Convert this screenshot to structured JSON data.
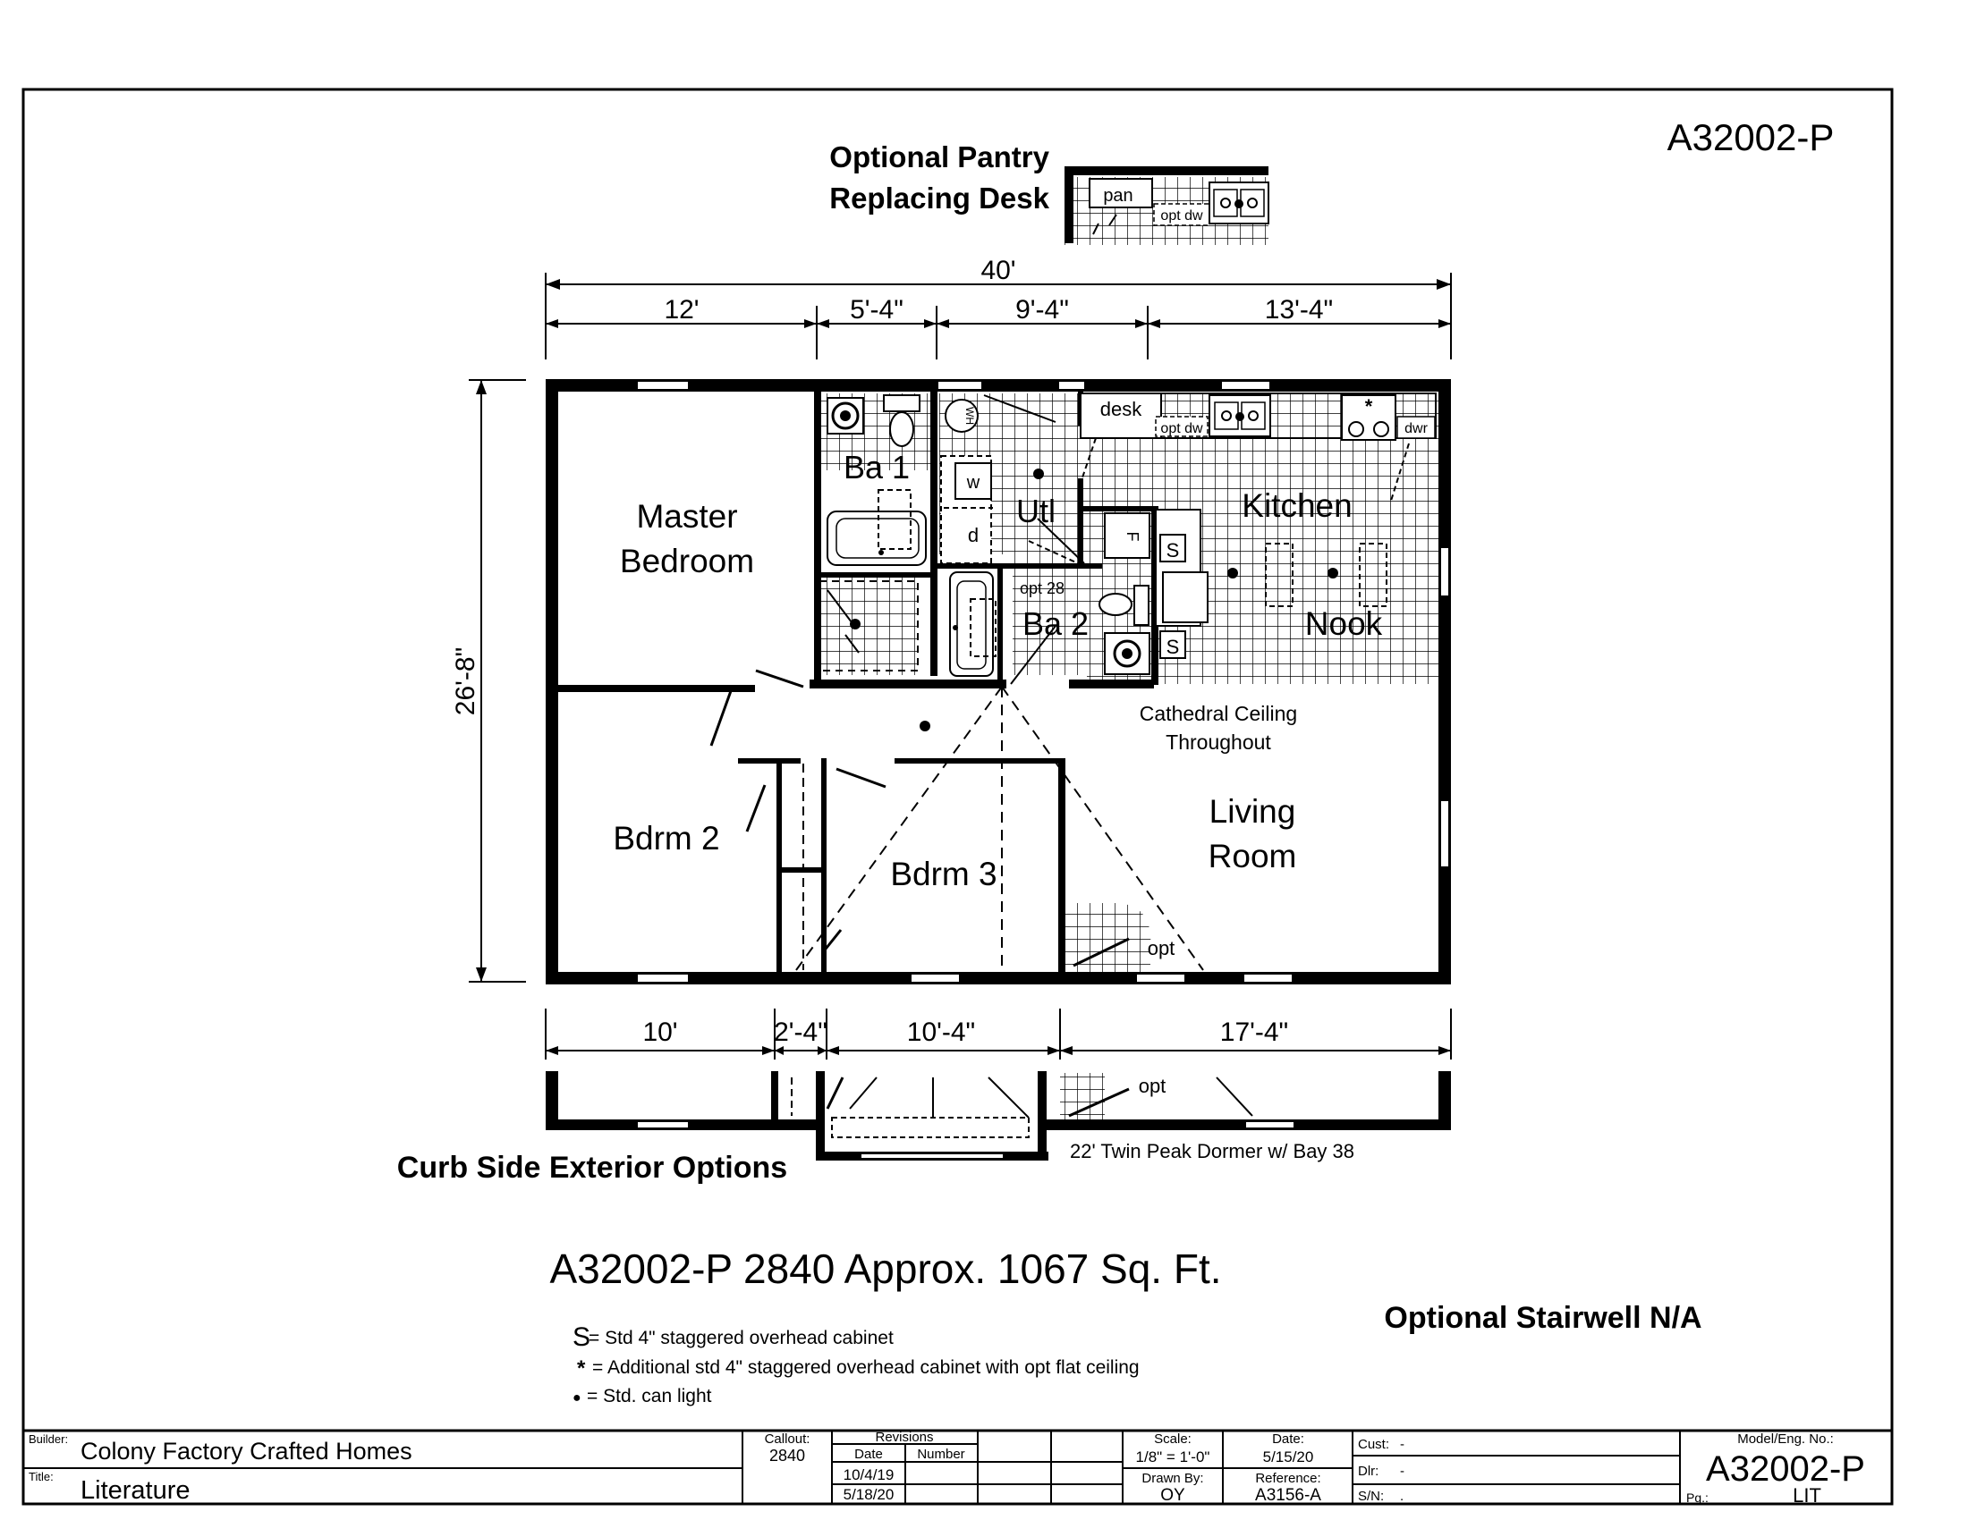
{
  "model_number_top": "A32002-P",
  "pantry_option": {
    "title_line1": "Optional Pantry",
    "title_line2": "Replacing Desk",
    "pan_label": "pan",
    "dw_label": "opt dw"
  },
  "dimensions": {
    "overall_width": "40'",
    "top_segments": [
      "12'",
      "5'-4\"",
      "9'-4\"",
      "13'-4\""
    ],
    "depth": "26'-8\"",
    "bottom_segments": [
      "10'",
      "2'-4\"",
      "10'-4\"",
      "17'-4\""
    ]
  },
  "rooms": {
    "master_line1": "Master",
    "master_line2": "Bedroom",
    "bath1": "Ba 1",
    "bath2": "Ba 2",
    "utility": "Utl",
    "kitchen": "Kitchen",
    "nook": "Nook",
    "living_line1": "Living",
    "living_line2": "Room",
    "bedroom2": "Bdrm 2",
    "bedroom3": "Bdrm 3"
  },
  "fixtures": {
    "desk": "desk",
    "opt_dw": "opt dw",
    "dwr": "dwr",
    "washer": "w",
    "dryer": "d",
    "water_heater": "WH",
    "fridge": "F",
    "opt28": "opt 28",
    "s_top": "S",
    "s_bottom": "S",
    "opt_living": "opt",
    "star": "*"
  },
  "notes": {
    "ceiling_line1": "Cathedral Ceiling",
    "ceiling_line2": "Throughout"
  },
  "curb_side": {
    "title": "Curb Side Exterior Options",
    "opt": "opt",
    "dormer_note": "22' Twin Peak Dormer w/ Bay 38"
  },
  "summary": {
    "headline": "A32002-P 2840  Approx. 1067 Sq. Ft.",
    "stairwell": "Optional Stairwell N/A"
  },
  "legend": [
    {
      "symbol": "S",
      "text": "= Std 4\" staggered overhead cabinet"
    },
    {
      "symbol": "*",
      "text": "= Additional std 4\" staggered overhead cabinet with opt flat ceiling"
    },
    {
      "symbol": "●",
      "text": "= Std. can light"
    }
  ],
  "title_block": {
    "builder_label": "Builder:",
    "builder_value": "Colony Factory Crafted Homes",
    "title_label": "Title:",
    "title_value": "Literature",
    "callout_label": "Callout:",
    "callout_value": "2840",
    "revisions_label": "Revisions",
    "rev_date_label": "Date",
    "rev_number_label": "Number",
    "rev_dates": [
      "10/4/19",
      "5/18/20"
    ],
    "scale_label": "Scale:",
    "scale_value": "1/8\" = 1'-0\"",
    "drawn_by_label": "Drawn By:",
    "drawn_by_value": "OY",
    "date_label": "Date:",
    "date_value": "5/15/20",
    "reference_label": "Reference:",
    "reference_value": "A3156-A",
    "cust_label": "Cust:",
    "cust_value": "-",
    "dlr_label": "Dlr:",
    "dlr_value": "-",
    "sn_label": "S/N:",
    "sn_value": ".",
    "model_label": "Model/Eng. No.:",
    "model_value": "A32002-P",
    "pg_label": "Pg.:",
    "pg_value": "LIT"
  }
}
